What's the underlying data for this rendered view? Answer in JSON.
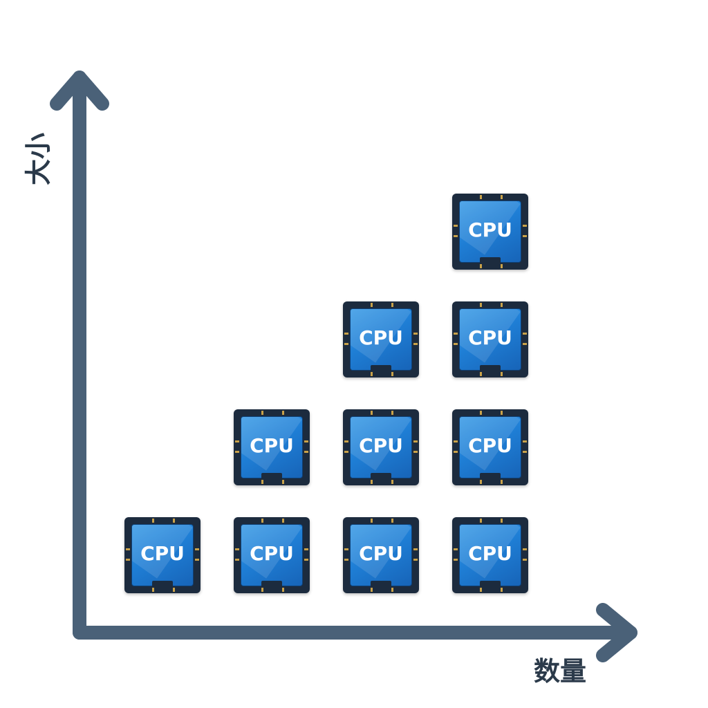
{
  "axes": {
    "y_label": "大小",
    "x_label": "数量",
    "color": "#4a6178"
  },
  "chip": {
    "label": "CPU",
    "body_color": "#1c2b3e",
    "die_color": "#1f7fd6",
    "pin_color": "#c9a24a"
  },
  "columns": [
    {
      "count": 1
    },
    {
      "count": 2
    },
    {
      "count": 3
    },
    {
      "count": 4
    }
  ]
}
